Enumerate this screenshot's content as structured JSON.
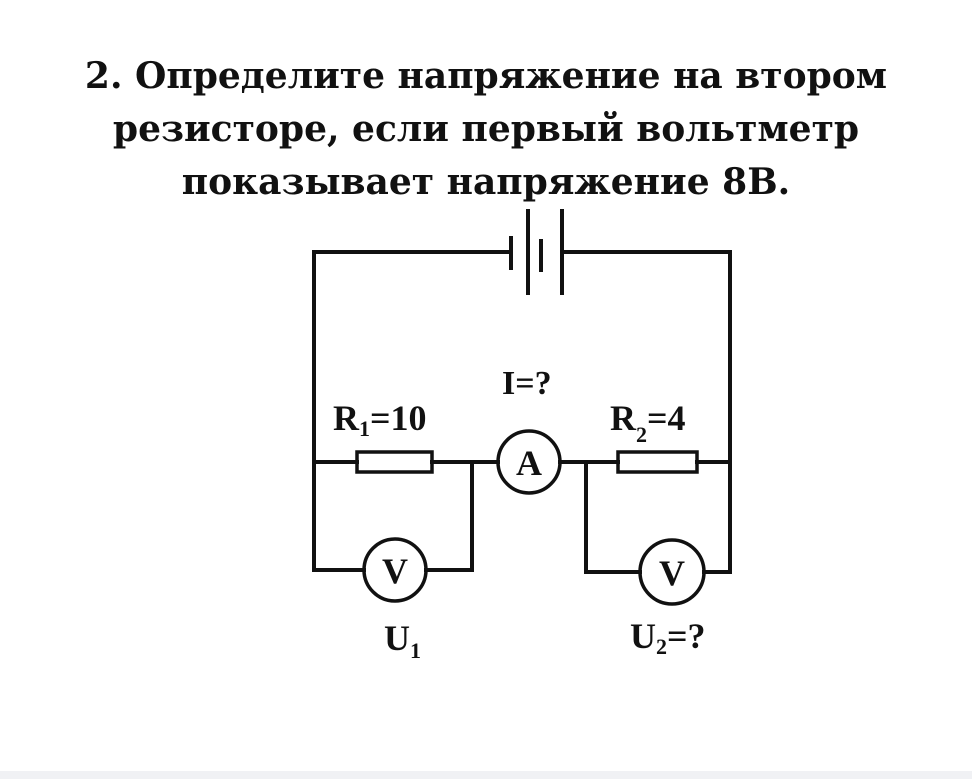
{
  "problem": {
    "lines": [
      "2. Определите напряжение на втором",
      "резисторе, если первый вольтметр",
      "показывает напряжение 8В."
    ]
  },
  "circuit": {
    "current_label": "I=?",
    "r1": {
      "symbol": "R",
      "sub": "1",
      "value": "=10"
    },
    "r2": {
      "symbol": "R",
      "sub": "2",
      "value": "=4"
    },
    "ammeter": "A",
    "voltmeter1": "V",
    "voltmeter2": "V",
    "u1": {
      "symbol": "U",
      "sub": "1",
      "value": ""
    },
    "u2": {
      "symbol": "U",
      "sub": "2",
      "value": "=?"
    }
  }
}
